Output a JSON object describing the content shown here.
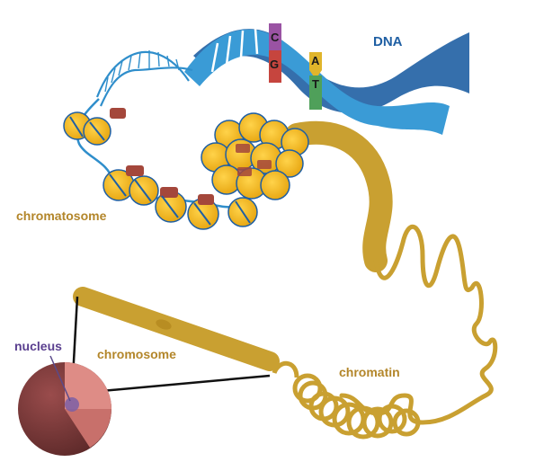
{
  "labels": {
    "dna": "DNA",
    "chromatosome": "chromatosome",
    "chromatin": "chromatin",
    "chromosome": "chromosome",
    "nucleus": "nucleus"
  },
  "bases": {
    "c": "C",
    "g": "G",
    "a": "A",
    "t": "T"
  },
  "colors": {
    "dna_blue": "#2f8ecb",
    "dna_dark": "#1f5fa3",
    "chromatin_gold": "#c9a031",
    "nucleosome_yellow": "#f2b51f",
    "histone_red": "#a4473b",
    "cell_outer": "#7d3c3c",
    "cell_inner": "#de8c86",
    "nucleus_purple": "#7d5fa6",
    "base_c": "#9a53a3",
    "base_g": "#c6453e",
    "base_a": "#e0b52b",
    "base_t": "#4fa05a"
  }
}
